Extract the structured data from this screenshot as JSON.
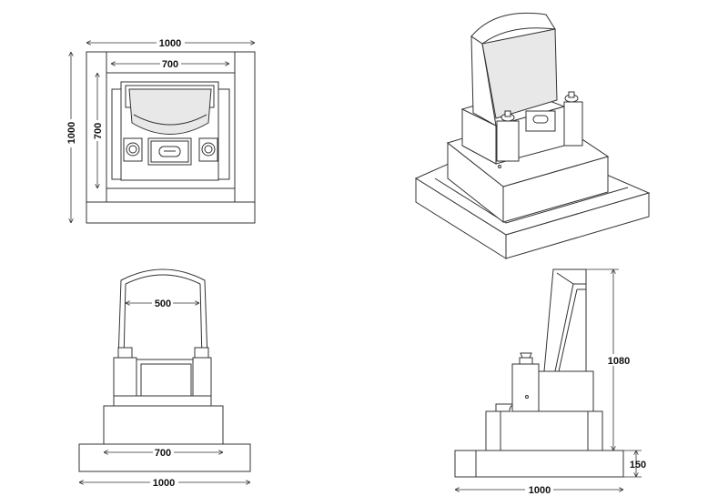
{
  "top_view": {
    "width_outer": "1000",
    "depth_outer": "1000",
    "width_inner": "700",
    "depth_inner": "700"
  },
  "front_view": {
    "headstone_width": "500",
    "middle_width": "700",
    "base_width": "1000"
  },
  "side_view": {
    "total_height": "1080",
    "base_height": "150",
    "base_width": "1000"
  }
}
